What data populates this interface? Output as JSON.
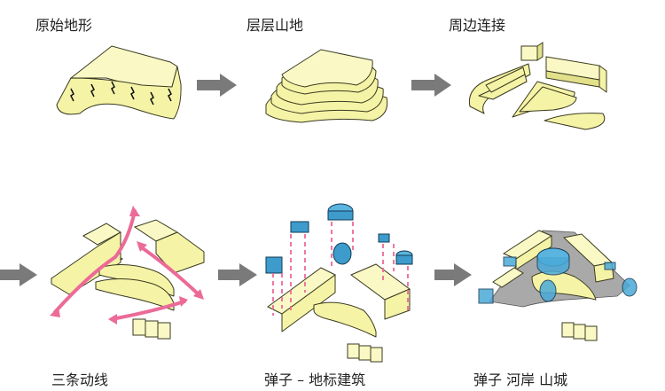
{
  "title": "Mountain city design concept diagram",
  "steps": [
    {
      "label": "原始地形"
    },
    {
      "label": "层层山地"
    },
    {
      "label": "周边连接"
    },
    {
      "label": "三条动线"
    },
    {
      "label": "弹子 – 地标建筑"
    },
    {
      "label": "弹子 河岸 山城"
    }
  ],
  "colors": {
    "volume": "#f5f3a6",
    "landmark": "#3d9ccc",
    "circulation": "#ec6a98",
    "flow_arrow": "#7a7a7a",
    "plaza": "#a9a9a9"
  }
}
